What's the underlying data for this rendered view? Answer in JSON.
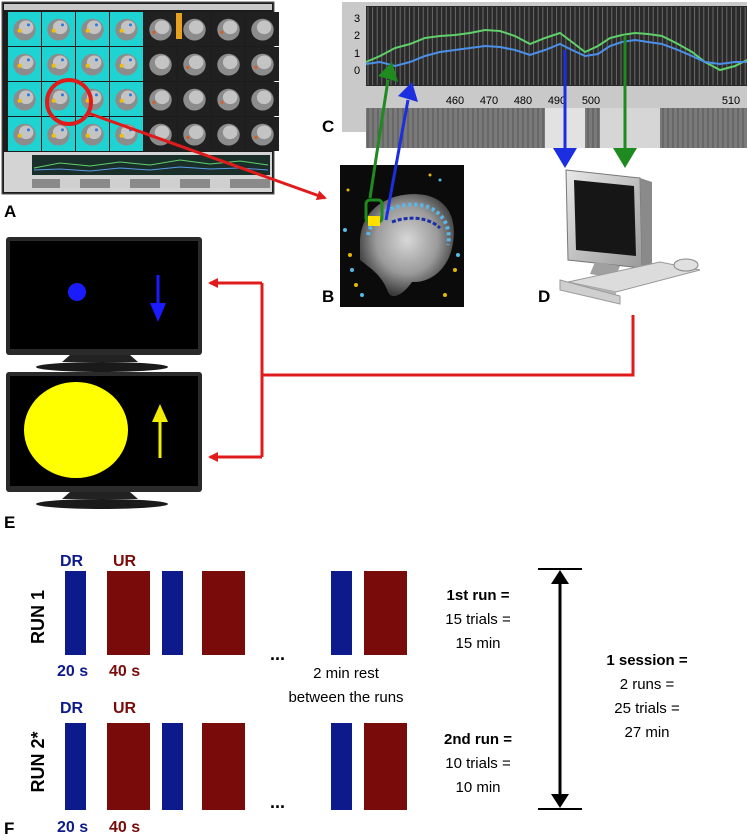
{
  "panels": {
    "a": "A",
    "b": "B",
    "c": "C",
    "d": "D",
    "e": "E",
    "f": "F"
  },
  "timecourse": {
    "y_ticks": [
      "3",
      "2",
      "1",
      "0"
    ],
    "x_ticks": [
      "460",
      "470",
      "480",
      "490",
      "500",
      "510"
    ],
    "colors": {
      "green": "#2e9a2e",
      "blue": "#3a6fd6"
    }
  },
  "feedback": {
    "down_color": "#1b1bff",
    "up_color": "#ffff00",
    "arrow_color": "#e01b1b"
  },
  "protocol": {
    "run1_label": "RUN 1",
    "run2_label": "RUN 2*",
    "dr_label": "DR",
    "ur_label": "UR",
    "dr_duration": "20 s",
    "ur_duration": "40 s",
    "ellipsis": "...",
    "rest_line1": "2 min rest",
    "rest_line2": "between the runs",
    "run1_summary": [
      "1st run =",
      "15 trials =",
      "15 min"
    ],
    "run2_summary": [
      "2nd run =",
      "10 trials =",
      "10 min"
    ],
    "session_summary": [
      "1 session =",
      "2 runs =",
      "25 trials =",
      "27 min"
    ],
    "dr_color": "#0d1a8c",
    "ur_color": "#7a0b0b"
  }
}
